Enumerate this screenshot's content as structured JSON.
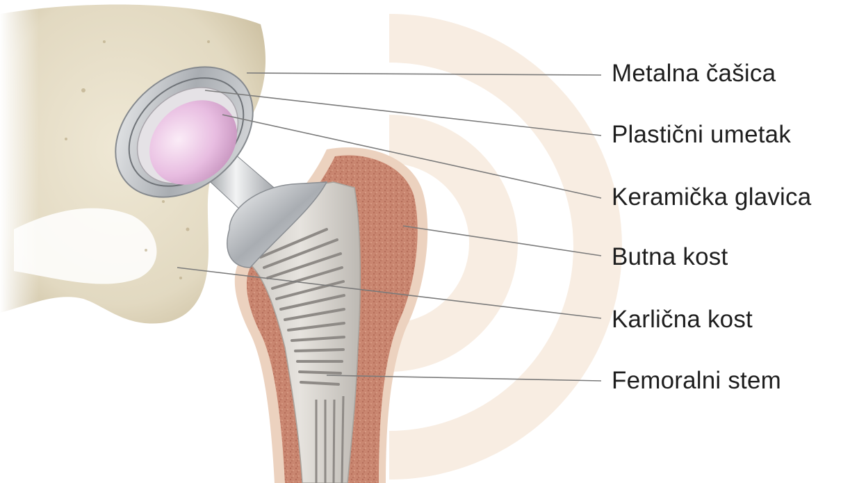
{
  "labels": {
    "metal_cup": "Metalna čašica",
    "plastic_liner": "Plastični umetak",
    "ceramic_head": "Keramička glavica",
    "femur": "Butna kost",
    "pelvis": "Karlična kost",
    "femoral_stem": "Femoralni stem"
  },
  "colors": {
    "bone": "#e4dcc6",
    "bone_shadow": "#b8ab8c",
    "marrow": "#c98670",
    "cortex": "#ecd2bf",
    "stem": "#d4d1cc",
    "stem_groove": "#8e8a86",
    "metal": "#b9bcc0",
    "ceramic": "#e6bedf",
    "watermark": "#f7eadd",
    "leader": "#7a7a7a"
  }
}
